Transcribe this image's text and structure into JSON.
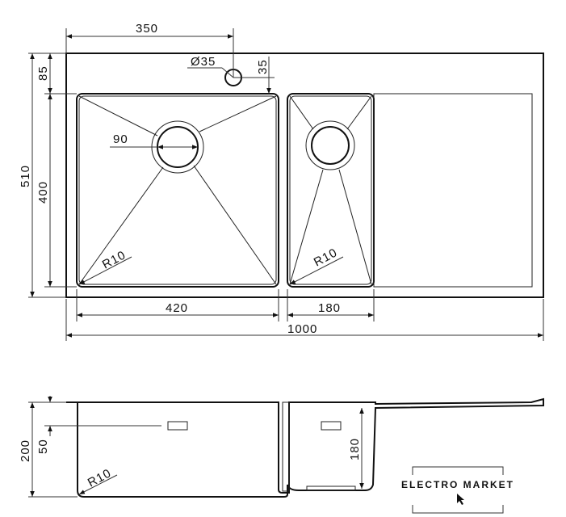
{
  "top_view": {
    "dims": {
      "tap_offset": "350",
      "tap_diameter": "Ø35",
      "tap_edge": "35",
      "back_margin": "85",
      "total_depth": "510",
      "bowl_depth": "400",
      "drain_diameter": "90",
      "left_radius": "R10",
      "right_radius": "R10",
      "left_bowl_width": "420",
      "right_bowl_width": "180",
      "total_width": "1000"
    }
  },
  "side_view": {
    "dims": {
      "total_height": "200",
      "overflow_offset": "50",
      "right_bowl_height": "180",
      "radius": "R10"
    }
  },
  "logo": {
    "title": "ELECTRO MARKET"
  }
}
